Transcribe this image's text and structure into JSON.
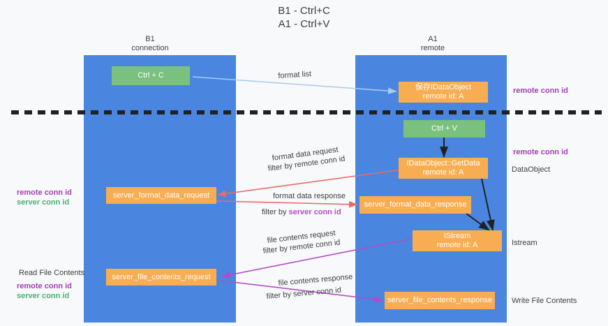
{
  "title": {
    "line1": "B1 - Ctrl+C",
    "line2": "A1 - Ctrl+V"
  },
  "colors": {
    "lane": "#4a86e0",
    "node_orange": "#f9ad52",
    "node_green": "#7ac17e",
    "purple": "#a23fb5",
    "green_text": "#4caf78",
    "magenta": "#b44bc9",
    "arrow_blue": "#a8cbef",
    "arrow_red": "#e86a6a",
    "arrow_black": "#202124",
    "divider": "#202124",
    "background": "#f8f9fa"
  },
  "lanes": [
    {
      "name": "b1",
      "header_line1": "B1",
      "header_line2": "connection"
    },
    {
      "name": "a1",
      "header_line1": "A1",
      "header_line2": "remote"
    }
  ],
  "nodes": {
    "ctrl_c": {
      "label": "Ctrl + C",
      "sub": "",
      "color": "green"
    },
    "remote_idataobject": {
      "label": "保存IDataObject",
      "sub": "remote id: A",
      "color": "orange"
    },
    "ctrl_v": {
      "label": "Ctrl + V",
      "sub": "",
      "color": "green"
    },
    "getdata": {
      "label": "IDataObject::GetData",
      "sub": "remote id: A",
      "color": "orange"
    },
    "fmt_request": {
      "label": "server_format_data_request",
      "sub": "",
      "color": "orange"
    },
    "fmt_response": {
      "label": "server_format_data_response",
      "sub": "",
      "color": "orange"
    },
    "istream": {
      "label": "IStream",
      "sub": "remote id: A",
      "color": "orange"
    },
    "file_request": {
      "label": "server_file_contents_request",
      "sub": "",
      "color": "orange"
    },
    "file_response": {
      "label": "server_file_contents_response",
      "sub": "",
      "color": "orange"
    }
  },
  "edge_labels": {
    "format_list": "format list",
    "fmt_req_line1": "format data request",
    "fmt_req_filter_prefix": "filter by ",
    "fmt_req_filter_key": "remote conn id",
    "fmt_resp_line1": "format data response",
    "fmt_resp_filter_prefix": "filter by ",
    "fmt_resp_filter_key": "server conn id",
    "file_req_line1": "file contents request",
    "file_req_filter_prefix": "filter by ",
    "file_req_filter_key": "remote conn id",
    "file_resp_line1": "file contents response",
    "file_resp_filter_prefix": "filter by ",
    "file_resp_filter_key": "server conn id"
  },
  "side_labels": {
    "right_remote_conn_id_top": "remote conn id",
    "right_remote_conn_id_mid": "remote conn id",
    "right_dataobject": "DataObject",
    "right_istream": "Istream",
    "right_write_file_contents": "Write File Contents",
    "left_remote_conn_id_mid": "remote conn id",
    "left_server_conn_id_mid": "server conn id",
    "left_read_file_contents": "Read File Contents",
    "left_remote_conn_id_bot": "remote conn id",
    "left_server_conn_id_bot": "server conn id"
  }
}
